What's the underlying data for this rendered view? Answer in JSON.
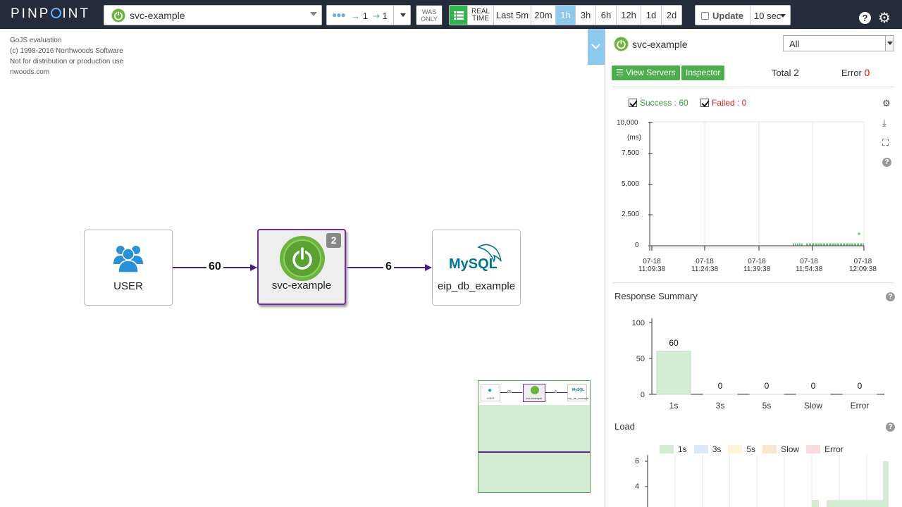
{
  "header": {
    "logo_pre": "PINP",
    "logo_post": "INT",
    "application": "svc-example",
    "depth_in": "1",
    "depth_out": "1",
    "was_only_1": "WAS",
    "was_only_2": "ONLY",
    "realtime_1": "REAL",
    "realtime_2": "TIME",
    "time_ranges": [
      "Last 5m",
      "20m",
      "1h",
      "3h",
      "6h",
      "12h",
      "1d",
      "2d"
    ],
    "active_range": "1h",
    "update_label": "Update",
    "update_interval": "10 sec"
  },
  "watermark": [
    "GoJS evaluation",
    "(c) 1998-2016 Northwoods Software",
    "Not for distribution or production use",
    "nwoods.com"
  ],
  "map": {
    "nodes": {
      "user": "USER",
      "svc": "svc-example",
      "svc_badge": "2",
      "db": "eip_db_example",
      "db_logo": "MySQL"
    },
    "edges": {
      "user_to_svc": "60",
      "svc_to_db": "6"
    }
  },
  "minimap": {
    "user": "USER",
    "svc": "svc-example",
    "db": "eip_db_example",
    "e1": "60",
    "e2": "6"
  },
  "panel": {
    "app_name": "svc-example",
    "agent_filter": "All",
    "view_servers": "View Servers",
    "inspector": "Inspector",
    "total_label": "Total",
    "total_value": "2",
    "error_label": "Error",
    "error_value": "0",
    "success_label": "Success : 60",
    "failed_label": "Failed : 0",
    "scatter": {
      "y_unit": "(ms)",
      "y_ticks": [
        "10,000",
        "7,500",
        "5,000",
        "2,500",
        "0"
      ],
      "x_ticks": [
        [
          "07-18",
          "11:09:38"
        ],
        [
          "07-18",
          "11:24:38"
        ],
        [
          "07-18",
          "11:39:38"
        ],
        [
          "07-18",
          "11:54:38"
        ],
        [
          "07-18",
          "12:09:38"
        ]
      ]
    },
    "response_summary_title": "Response Summary",
    "load_title": "Load",
    "colors": {
      "success": "#3a9c3a",
      "failed": "#e02020",
      "accent": "#8cc9ed",
      "green": "#4cae4c"
    }
  },
  "chart_data": [
    {
      "type": "bar",
      "title": "Response Summary",
      "categories": [
        "1s",
        "3s",
        "5s",
        "Slow",
        "Error"
      ],
      "values": [
        60,
        0,
        0,
        0,
        0
      ],
      "y_ticks": [
        "100",
        "50",
        "0"
      ],
      "ylim": [
        0,
        100
      ]
    },
    {
      "type": "bar",
      "title": "Load",
      "series": [
        {
          "name": "1s",
          "color": "#d4ecd4"
        },
        {
          "name": "3s",
          "color": "#dbe8f9"
        },
        {
          "name": "5s",
          "color": "#fdf4d9"
        },
        {
          "name": "Slow",
          "color": "#fde6cf"
        },
        {
          "name": "Error",
          "color": "#fbdadd"
        }
      ],
      "y_ticks": [
        "6",
        "4"
      ]
    }
  ]
}
